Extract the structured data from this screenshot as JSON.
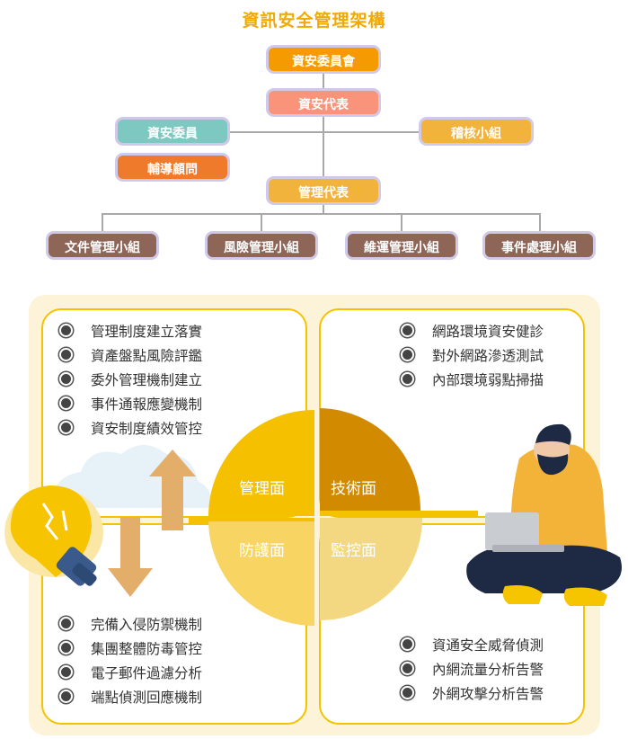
{
  "title": "資訊安全管理架構",
  "org": {
    "committee": "資安委員會",
    "representative": "資安代表",
    "members": "資安委員",
    "audit": "稽核小組",
    "advisor": "輔導顧問",
    "mgmt_rep": "管理代表",
    "groups": [
      "文件管理小組",
      "風險管理小組",
      "維運管理小組",
      "事件處理小組"
    ]
  },
  "quadrants": {
    "management": "管理面",
    "technical": "技術面",
    "protection": "防護面",
    "monitoring": "監控面"
  },
  "lists": {
    "management": [
      "管理制度建立落實",
      "資產盤點風險評鑑",
      "委外管理機制建立",
      "事件通報應變機制",
      "資安制度績效管控"
    ],
    "technical": [
      "網路環境資安健診",
      "對外網路滲透測試",
      "內部環境弱點掃描"
    ],
    "protection": [
      "完備入侵防禦機制",
      "集團整體防毒管控",
      "電子郵件過濾分析",
      "端點偵測回應機制"
    ],
    "monitoring": [
      "資通安全威脅偵測",
      "內網流量分析告警",
      "外網攻擊分析告警"
    ]
  },
  "colors": {
    "title": "#f2a900",
    "committee": "#f59a00",
    "representative": "#f9937a",
    "members": "#7ec8c2",
    "audit": "#f2b33d",
    "advisor": "#ef7a2c",
    "mgmt_rep": "#f2b33d",
    "group": "#8e6658",
    "quad_management": "#f5c000",
    "quad_technical": "#d28b00",
    "quad_protection": "#f8d463",
    "quad_monitoring": "#f3d781"
  }
}
